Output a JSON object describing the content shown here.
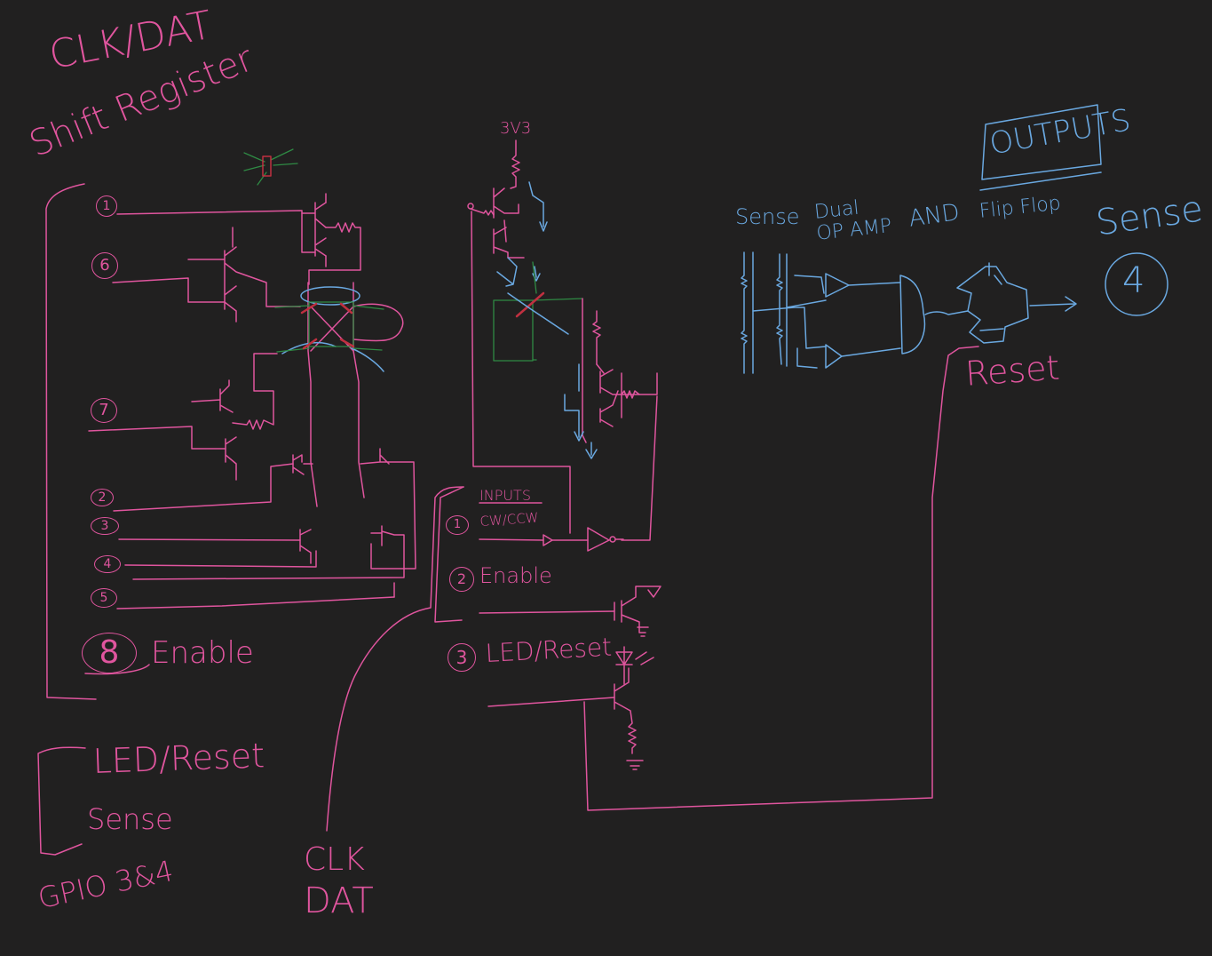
{
  "title": {
    "line1": "CLK/DAT",
    "line2": "Shift Register"
  },
  "pins": [
    "1",
    "6",
    "7",
    "2",
    "3",
    "4",
    "5",
    "8"
  ],
  "pin8_label": "Enable",
  "bottom_group": {
    "line1": "LED/Reset",
    "line2": "Sense",
    "line3": "GPIO 3&4"
  },
  "clk_dat": {
    "line1": "CLK",
    "line2": "DAT"
  },
  "supply": "3V3",
  "inputs": {
    "heading": "INPUTS",
    "items": [
      {
        "num": "1",
        "label": "CW/CCW"
      },
      {
        "num": "2",
        "label": "Enable"
      },
      {
        "num": "3",
        "label": "LED/Reset"
      }
    ]
  },
  "outputs": {
    "heading": "OUTPUTS",
    "stages": [
      "Sense",
      "Dual\nOP AMP",
      "AND",
      "Flip Flop"
    ],
    "sense_big": "Sense",
    "sense_num": "4",
    "reset": "Reset"
  },
  "colors": {
    "pink": "#e0559e",
    "blue": "#6aa8e0",
    "green": "#2f8a44",
    "red": "#c03040",
    "background": "#212020"
  }
}
